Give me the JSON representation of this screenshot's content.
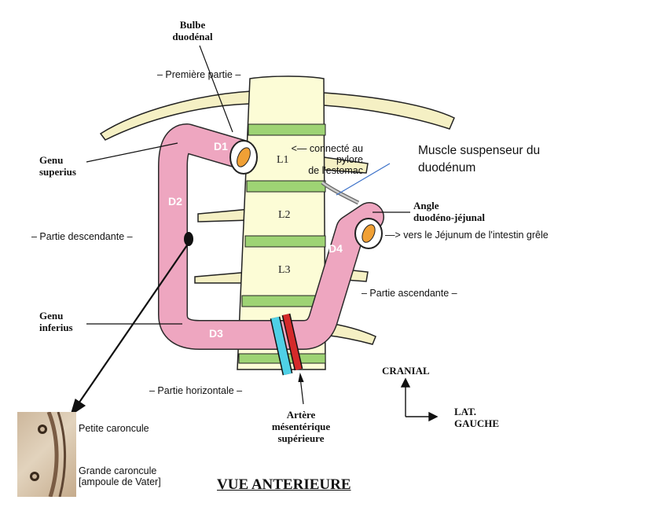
{
  "labels": {
    "bulbe": "Bulbe\nduodénal",
    "premiere_partie": "– Première partie –",
    "genu_superius": "Genu\nsuperius",
    "partie_descendante": "– Partie descendante –",
    "genu_inferius": "Genu\ninferius",
    "partie_horizontale": "– Partie horizontale –",
    "connecte": "<— connecté au pylore\nde l'estomac",
    "muscle": "Muscle suspenseur du\nduodénum",
    "angle": "Angle\nduodéno-jéjunal",
    "jejunum": "—> vers le Jéjunum de l'intestin grêle",
    "partie_ascendante": "– Partie ascendante –",
    "artere": "Artère\nmésentérique\nsupérieure",
    "cranial": "CRANIAL",
    "lat_gauche": "LAT.\nGAUCHE",
    "petite_caroncule": "Petite caroncule",
    "grande_caroncule": "Grande caroncule\n[ampoule de Vater]",
    "title": "VUE ANTERIEURE"
  },
  "segments": {
    "d1": "D1",
    "d2": "D2",
    "d3": "D3",
    "d4": "D4"
  },
  "vertebrae": {
    "l1": "L1",
    "l2": "L2",
    "l3": "L3"
  },
  "colors": {
    "duodenum": "#eea6c0",
    "duodenum_edge": "#2a2a2a",
    "spine": "#fcfcd6",
    "disc": "#9ed374",
    "rib": "#f5f0c4",
    "artery_blue": "#4fd0e6",
    "artery_red": "#d42a2a",
    "lumen": "#f0a035"
  }
}
